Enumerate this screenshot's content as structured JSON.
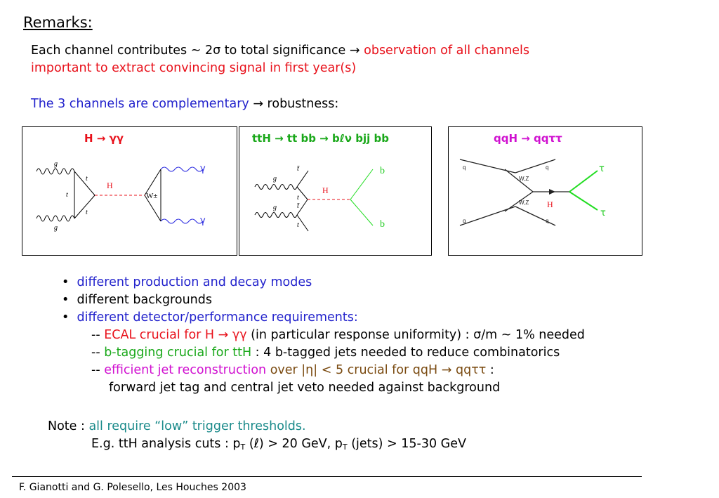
{
  "title": "Remarks:",
  "intro": {
    "line1_black": "Each channel contributes ~ 2σ  to total significance → ",
    "line1_red": "observation of  all channels",
    "line2_red": "important to extract convincing signal in first year(s)"
  },
  "complementary": {
    "blue": "The 3 channels are complementary ",
    "black": "→ robustness:"
  },
  "panels": [
    {
      "title": "H → γγ",
      "labels": {
        "g_top": "g",
        "g_bottom": "g",
        "t_top": "t",
        "t_mid": "t",
        "t_bottom": "t",
        "H": "H",
        "W": "W±",
        "gamma_top": "γ",
        "gamma_bottom": "γ"
      }
    },
    {
      "title": "ttH → tt bb → bℓν bjj bb",
      "labels": {
        "g_top": "g",
        "g_bottom": "g",
        "tbar_top": "t̄",
        "t_top": "t",
        "tbar_bottom": "t̄",
        "t_bottom": "t",
        "H": "H",
        "b_top": "b",
        "b_bottom": "b"
      }
    },
    {
      "title": "qqH → qqττ",
      "labels": {
        "q_tl": "q",
        "q_tr": "q",
        "q_bl": "q",
        "q_br": "q",
        "wz_top": "W,Z",
        "wz_bottom": "W,Z",
        "H": "H",
        "tau_top": "τ",
        "tau_bottom": "τ"
      }
    }
  ],
  "bullets": {
    "b1": "different production and decay modes",
    "b2": "different backgrounds",
    "b3": "different detector/performance requirements:",
    "sub1": {
      "dash": "-- ",
      "colored": "ECAL crucial for H → γγ",
      "rest": " (in particular response uniformity) : σ/m ~ 1% needed"
    },
    "sub2": {
      "dash": "-- ",
      "colored": "b-tagging crucial for ttH",
      "rest": " :  4 b-tagged jets needed to reduce combinatorics"
    },
    "sub3": {
      "dash": "-- ",
      "colored": "efficient jet reconstruction",
      "brown": " over |η| < 5 crucial for qqH → qqττ",
      "rest": " :"
    },
    "sub3_line2": "forward jet tag and central jet veto needed against background"
  },
  "note": {
    "label": "Note : ",
    "teal": "all require “low” trigger thresholds.",
    "eg_prefix": "E.g. ttH analysis cuts : p",
    "eg_sub1": "T",
    "eg_mid": " (ℓ) > 20 GeV, p",
    "eg_sub2": "T",
    "eg_end": " (jets) > 15-30 GeV"
  },
  "footer": "F. Gianotti and G. Polesello,  Les Houches 2003",
  "colors": {
    "red": "#e8101a",
    "blue": "#2222cc",
    "green": "#1aa81a",
    "magenta": "#d010d0",
    "teal": "#1a8a8a",
    "brown": "#7a4a10"
  }
}
